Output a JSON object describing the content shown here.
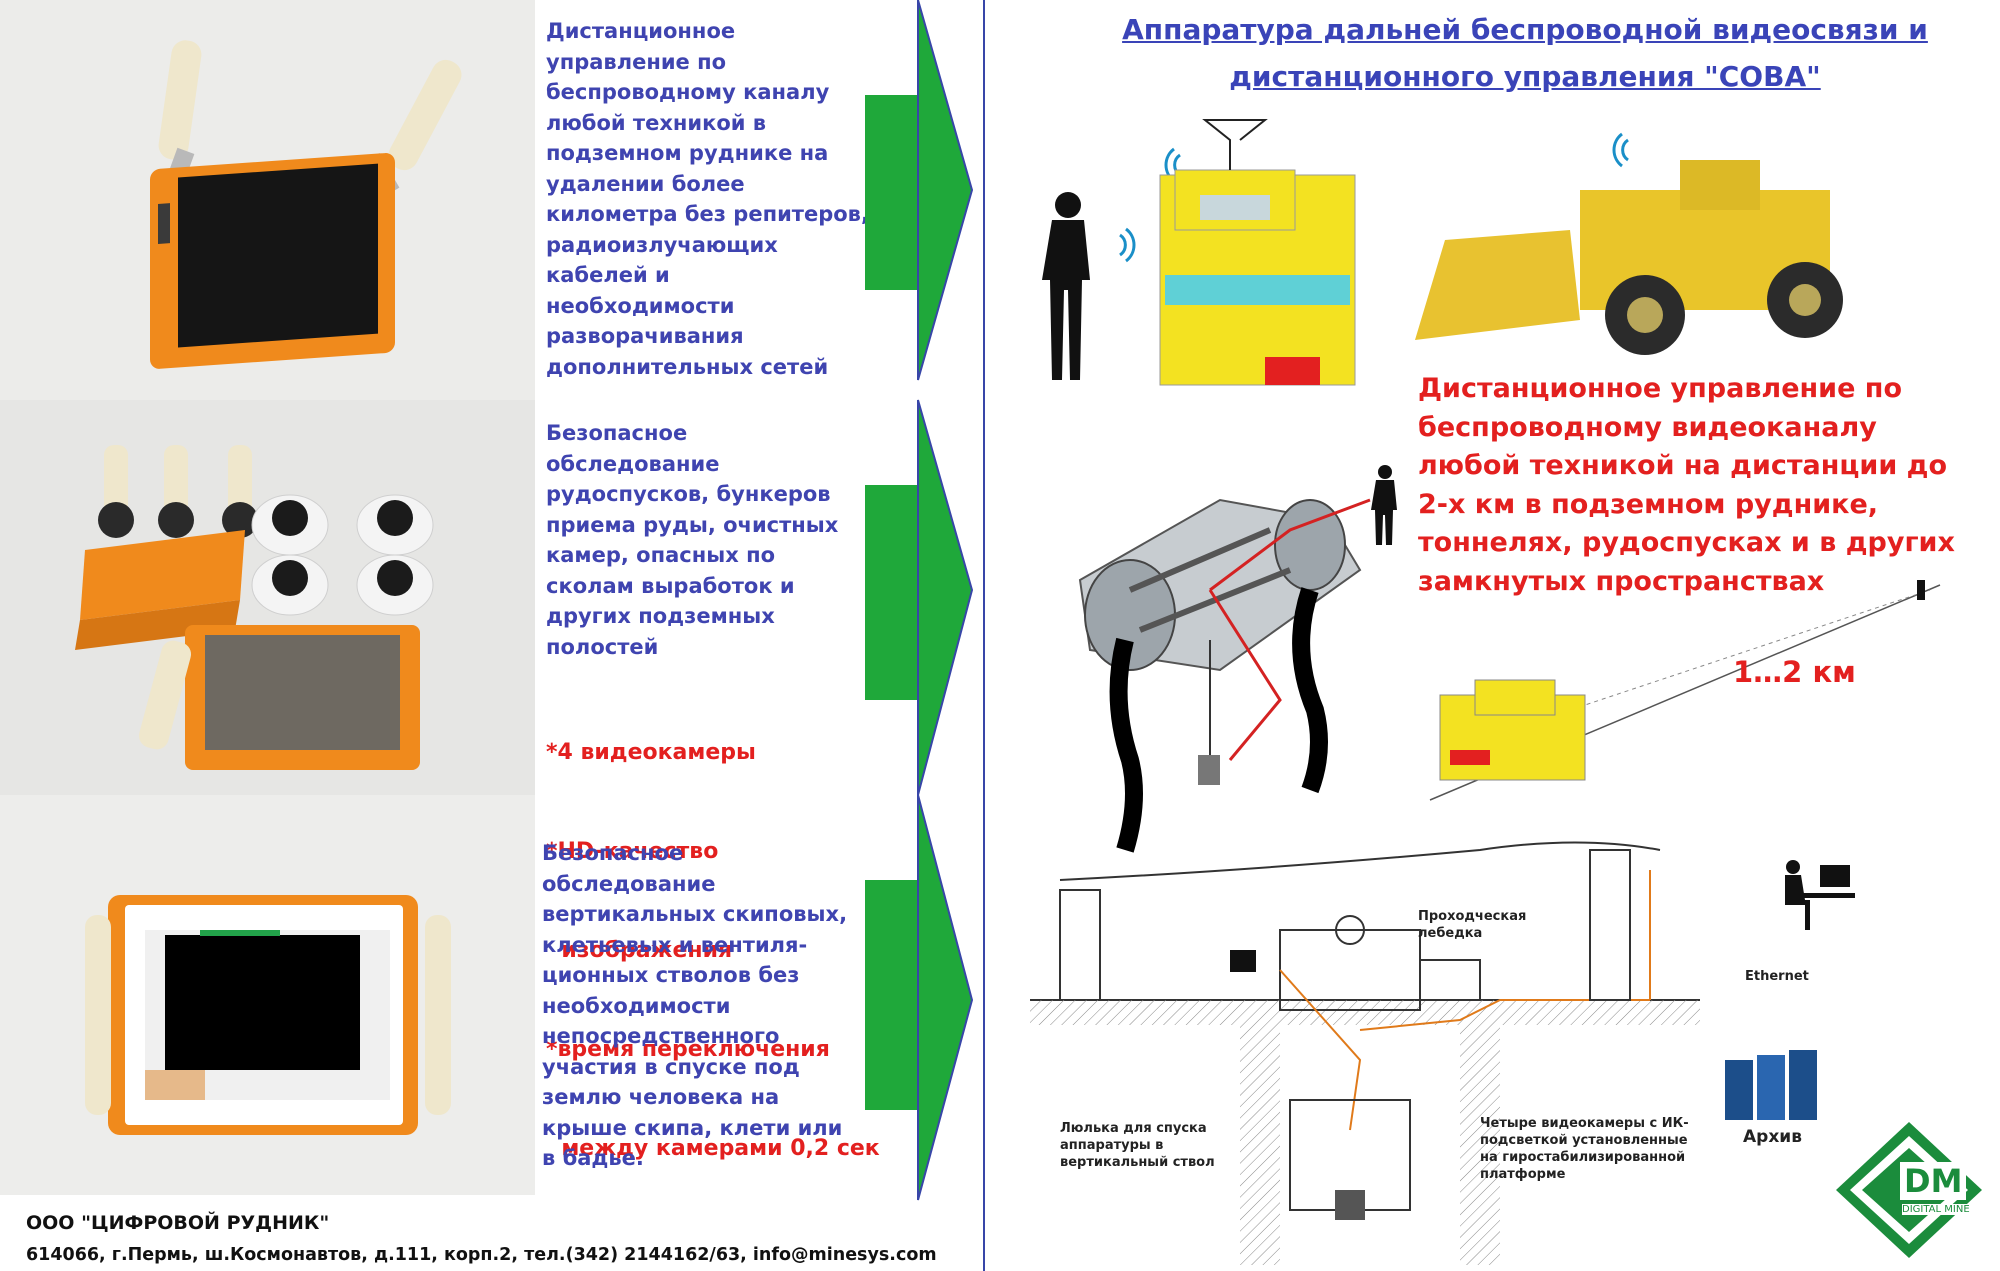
{
  "title": {
    "line1": "Аппаратура дальней беспроводной видеосвязи и",
    "line2": "дистанционного управления \"СОВА\""
  },
  "features": [
    {
      "lines": [
        "Дистанционное",
        "управление по",
        "беспроводному каналу",
        "любой техникой в",
        "подземном руднике на",
        "удалении более",
        "километра без репитеров,",
        "радиоизлучающих",
        "кабелей и",
        "необходимости",
        "разворачивания",
        "дополнительных сетей"
      ]
    },
    {
      "lines": [
        "Безопасное",
        "обследование",
        "рудоспусков, бункеров",
        "приема руды, очистных",
        "камер, опасных по",
        "сколам выработок и",
        "других подземных",
        "полостей"
      ],
      "specs": [
        "*4 видеокамеры",
        "*HD-качество",
        "  изображения",
        "*время переключения",
        "  между камерами 0,2 сек"
      ]
    },
    {
      "lines": [
        "Безопасное",
        "обследование",
        "вертикальных скиповых,",
        "клетьевых и вентиля-",
        "ционных стволов без",
        "необходимости",
        "непосредственного",
        "участия в спуске под",
        "землю человека на",
        "крыше скипа, клети или",
        "в бадье."
      ]
    }
  ],
  "remote_text": [
    "Дистанционное управление по",
    "беспроводному видеоканалу",
    "любой техникой на дистанции до",
    "2-х км в подземном руднике,",
    "тоннелях, рудоспусках и в других",
    "замкнутых пространствах"
  ],
  "distance_label": "1…2 км",
  "diagram": {
    "winch": [
      "Проходческая",
      "лебедка"
    ],
    "cradle": [
      "Люлька для спуска",
      "аппаратуры в",
      "вертикальный ствол"
    ],
    "cameras": [
      "Четыре видеокамеры с ИК-",
      "подсветкой установленные",
      "на гиростабилизированной",
      "платформе"
    ],
    "ethernet": "Ethernet",
    "archive": "Архив"
  },
  "logo": {
    "text": "DM",
    "subtext": "DIGITAL MINE"
  },
  "footer": {
    "company": "ООО \"ЦИФРОВОЙ РУДНИК\"",
    "address": "614066, г.Пермь, ш.Космонавтов, д.111, корп.2, тел.(342) 2144162/63, info@minesys.com"
  },
  "colors": {
    "blue_text": "#3f44b0",
    "red_text": "#e3201f",
    "arrow_green": "#1fa83a",
    "device_orange": "#f08a1c",
    "machine_yellow": "#f3e221"
  }
}
